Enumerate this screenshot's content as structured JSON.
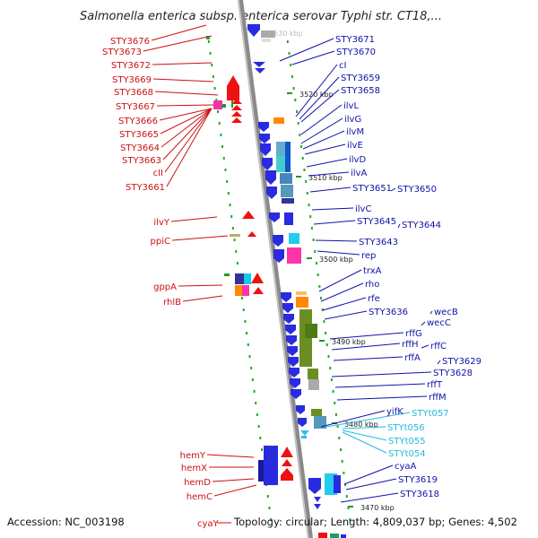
{
  "title": "Salmonella enterica subsp. enterica serovar Typhi str. CT18,...",
  "footer": {
    "accession": "Accession: NC_003198",
    "summary": "Topology: circular; Length: 4,809,037 bp; Genes: 4,502"
  },
  "bottom_gene": "cyaY",
  "kbp_markers": [
    "3520 kbp",
    "3510 kbp",
    "3500 kbp",
    "3490 kbp",
    "3480 kbp",
    "3470 kbp"
  ],
  "left_labels": [
    "STY3676",
    "STY3673",
    "STY3672",
    "STY3669",
    "STY3668",
    "STY3667",
    "STY3666",
    "STY3665",
    "STY3664",
    "STY3663",
    "cII",
    "STY3661",
    "ilvY",
    "ppiC",
    "gppA",
    "rhlB",
    "hemY",
    "hemX",
    "hemD",
    "hemC"
  ],
  "right_labels": [
    "STY3671",
    "STY3670",
    "cI",
    "STY3659",
    "STY3658",
    "ilvL",
    "ilvG",
    "ilvM",
    "ilvE",
    "ilvD",
    "ilvA",
    "STY3651",
    "STY3650",
    "ilvC",
    "STY3645",
    "STY3644",
    "STY3643",
    "rep",
    "trxA",
    "rho",
    "rfe",
    "STY3636",
    "wecB",
    "wecC",
    "rffG",
    "rffH",
    "rffC",
    "rffA",
    "STY3629",
    "STY3628",
    "rffT",
    "rffM",
    "yifK",
    "cyaA",
    "STY3619",
    "STY3618"
  ],
  "trna_labels": [
    "STYt057",
    "STYt056",
    "STYt055",
    "STYt054"
  ],
  "colors": {
    "forward_strand": "#ee1111",
    "reverse_strand": "#1a1adb",
    "left_label": "#cc1111",
    "right_label": "#1111aa",
    "trna_label": "#22bbdd",
    "backbone": "#888888",
    "tick": "#229922"
  }
}
